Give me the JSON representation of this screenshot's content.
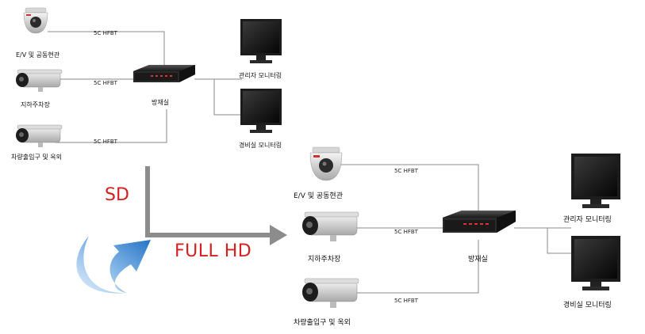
{
  "labels": {
    "sd": "SD",
    "full_hd": "FULL HD",
    "cable": "5C HFBT"
  },
  "sd_system": {
    "cam_dome": "E/V 및 공동현관",
    "cam_parking": "지하주차장",
    "cam_entrance": "차량출입구 및 옥외",
    "dvr": "방재실",
    "monitor_admin": "관리자 모니터링",
    "monitor_guard": "경비실 모니터링"
  },
  "hd_system": {
    "cam_dome": "E/V 및 공동현관",
    "cam_parking": "지하주차장",
    "cam_entrance": "차량출입구 및 옥외",
    "dvr": "방재실",
    "monitor_admin": "관리자 모니터링",
    "monitor_guard": "경비실 모니터링"
  },
  "colors": {
    "accent_red": "#d42020",
    "arrow_gray": "#8c8c8c",
    "curve_blue": "#3a86d4"
  }
}
